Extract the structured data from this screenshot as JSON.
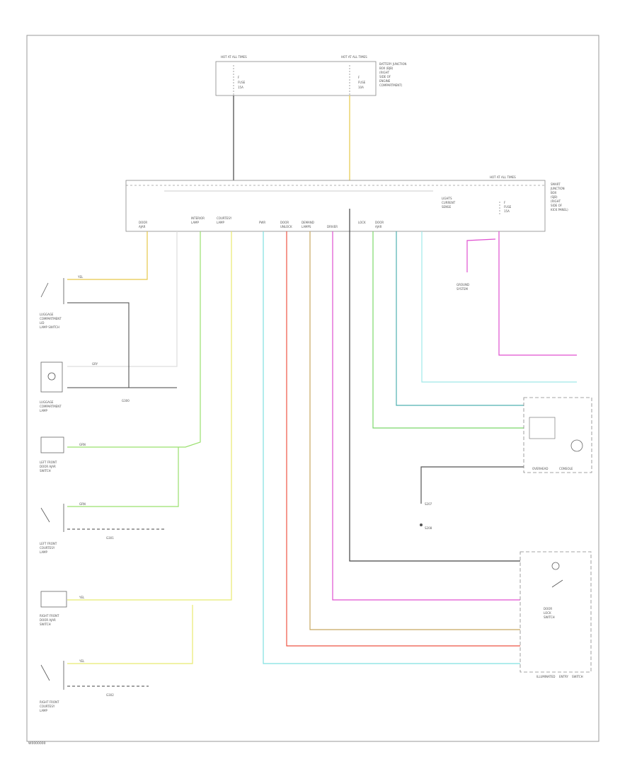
{
  "footer_code": "W0000000",
  "fuse_boxes": {
    "left": {
      "header": "HOT AT ALL TIMES",
      "fuse_lines": [
        "F",
        "FUSE",
        "15A"
      ]
    },
    "right": {
      "header": "HOT AT ALL TIMES",
      "fuse_lines": [
        "F",
        "FUSE",
        "10A"
      ],
      "side_label": [
        "BATTERY JUNCTION",
        "BOX (BJB)",
        "(RIGHT",
        "SIDE OF",
        "ENGINE",
        "COMPARTMENT)"
      ]
    }
  },
  "module": {
    "header": "HOT AT ALL TIMES",
    "side_label": [
      "SMART",
      "JUNCTION",
      "BOX",
      "(SJB)",
      "(RIGHT",
      "SIDE OF",
      "KICK PANEL)"
    ],
    "inner_label": [
      "LIGHTS",
      "CURRENT",
      "SENSE"
    ],
    "fuse_label": [
      "F",
      "FUSE",
      "15A"
    ],
    "pin_labels": [
      "DOOR",
      "AJAR",
      "INTERIOR",
      "LAMP",
      "COURTESY",
      "LAMP",
      "PWR",
      "DOOR",
      "UNLOCK",
      "DEMAND",
      "LAMPS",
      "DRIVER",
      "LOCK",
      "DOOR",
      "AJAR"
    ]
  },
  "left_components": [
    {
      "label": [
        "LUGGAGE",
        "COMPARTMENT",
        "LID",
        "LAMP SWITCH"
      ],
      "wire": "YEL"
    },
    {
      "label": [
        "LUGGAGE",
        "COMPARTMENT",
        "LAMP"
      ],
      "wire": "GRY"
    },
    {
      "label": [
        "LEFT FRONT",
        "DOOR AJAR",
        "SWITCH"
      ],
      "wire": "GRN"
    },
    {
      "label": [
        "LEFT FRONT",
        "COURTESY",
        "LAMP"
      ],
      "wire": "GRN"
    },
    {
      "label": [
        "RIGHT FRONT",
        "DOOR AJAR",
        "SWITCH"
      ],
      "wire": "YEL"
    },
    {
      "label": [
        "RIGHT FRONT",
        "COURTESY",
        "LAMP"
      ],
      "wire": "YEL"
    }
  ],
  "ground_labels": [
    "G300",
    "G301",
    "G302"
  ],
  "right_components": {
    "overhead_console": [
      "OVERHEAD",
      "CONSOLE"
    ],
    "ground_splice": [
      "S207",
      "S208"
    ],
    "door_switch": [
      "DOOR",
      "LOCK",
      "SWITCH"
    ],
    "illuminated_entry": [
      "ILLUMINATED",
      "ENTRY",
      "SWITCH"
    ],
    "smart_ground": [
      "GROUND",
      "SYSTEM"
    ]
  },
  "wire_colors": {
    "yellow": "#e6c84a",
    "green": "#7bd86a",
    "light_green": "#9ae06e",
    "yellow_green": "#e8ea70",
    "cyan": "#7fe0e0",
    "red": "#ee5544",
    "tan": "#c8a860",
    "magenta": "#e050d0",
    "teal": "#4fb0b0",
    "black": "#444444",
    "gray": "#bbbbbb"
  }
}
